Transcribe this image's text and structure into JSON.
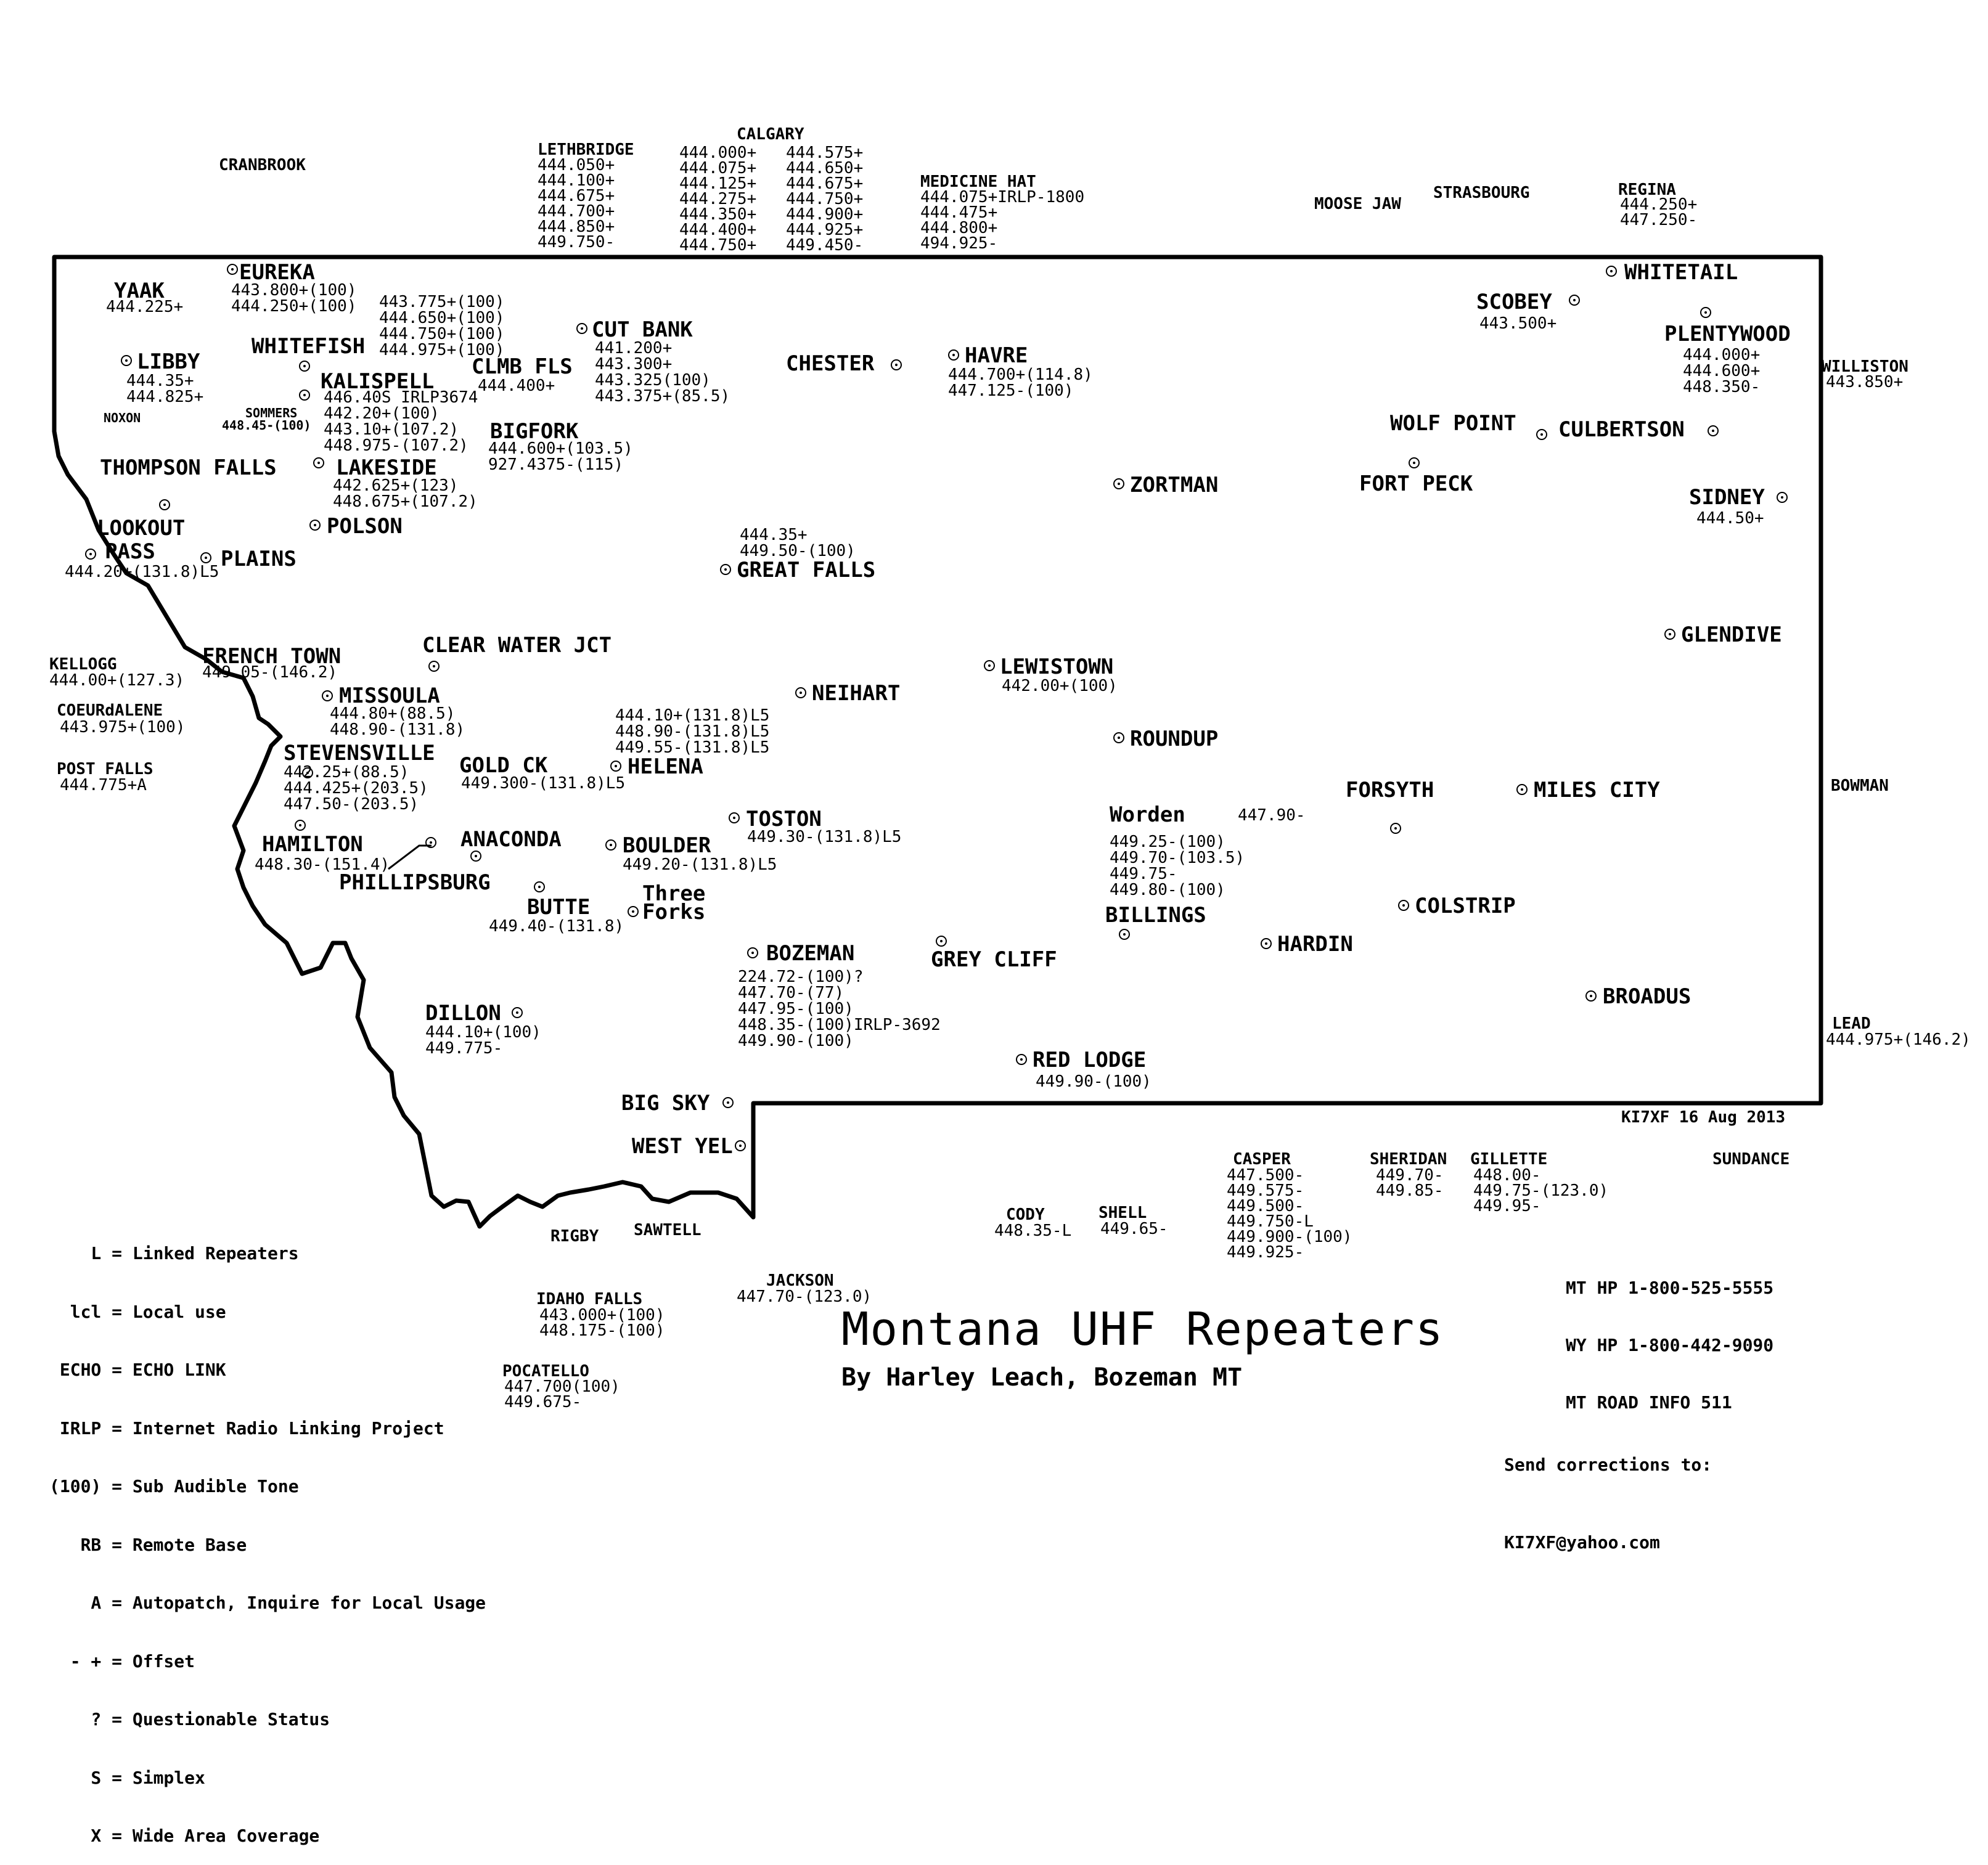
{
  "title": "Montana UHF Repeaters",
  "subtitle": "By Harley Leach, Bozeman MT",
  "credit": "KI7XF 16 Aug 2013",
  "corrections": [
    "Send corrections to:",
    "KI7XF@yahoo.com"
  ],
  "hotlines": [
    "MT HP 1-800-525-5555",
    "WY HP 1-800-442-9090",
    "MT ROAD INFO 511"
  ],
  "legend": [
    "    L = Linked Repeaters",
    "  lcl = Local use",
    " ECHO = ECHO LINK",
    " IRLP = Internet Radio Linking Project",
    "(100) = Sub Audible Tone",
    "   RB = Remote Base",
    "    A = Autopatch, Inquire for Local Usage",
    "  - + = Offset",
    "    ? = Questionable Status",
    "    S = Simplex",
    "    X = Wide Area Coverage"
  ],
  "outside_locations": [
    {
      "name": "CRANBROOK",
      "freqs": []
    },
    {
      "name": "LETHBRIDGE",
      "freqs": [
        "444.050+",
        "444.100+",
        "444.675+",
        "444.700+",
        "444.850+",
        "449.750-"
      ]
    },
    {
      "name": "CALGARY",
      "freqs": [
        "444.000+",
        "444.075+",
        "444.125+",
        "444.275+",
        "444.350+",
        "444.400+",
        "444.750+",
        "444.575+",
        "444.650+",
        "444.675+",
        "444.750+",
        "444.900+",
        "444.925+",
        "449.450-"
      ]
    },
    {
      "name": "MEDICINE HAT",
      "freqs": [
        "444.075+IRLP-1800",
        "444.475+",
        "444.800+",
        "494.925-"
      ]
    },
    {
      "name": "MOOSE JAW",
      "freqs": []
    },
    {
      "name": "STRASBOURG",
      "freqs": []
    },
    {
      "name": "REGINA",
      "freqs": [
        "444.250+",
        "447.250-"
      ]
    },
    {
      "name": "WILLISTON",
      "freqs": [
        "443.850+"
      ]
    },
    {
      "name": "BOWMAN",
      "freqs": []
    },
    {
      "name": "LEAD",
      "freqs": [
        "444.975+(146.2)"
      ]
    },
    {
      "name": "SUNDANCE",
      "freqs": []
    },
    {
      "name": "KELLOGG",
      "freqs": [
        "444.00+(127.3)"
      ]
    },
    {
      "name": "COEURdALENE",
      "freqs": [
        "443.975+(100)"
      ]
    },
    {
      "name": "POST FALLS",
      "freqs": [
        "444.775+A"
      ]
    },
    {
      "name": "NOXON",
      "freqs": []
    },
    {
      "name": "SOMMERS",
      "freqs": [
        "448.45-(100)"
      ]
    },
    {
      "name": "CASPER",
      "freqs": [
        "447.500-",
        "449.575-",
        "449.500-",
        "449.750-L",
        "449.900-(100)",
        "449.925-"
      ]
    },
    {
      "name": "SHERIDAN",
      "freqs": [
        "449.70-",
        "449.85-"
      ]
    },
    {
      "name": "GILLETTE",
      "freqs": [
        "448.00-",
        "449.75-(123.0)",
        "449.95-"
      ]
    },
    {
      "name": "CODY",
      "freqs": [
        "448.35-L"
      ]
    },
    {
      "name": "SHELL",
      "freqs": [
        "449.65-"
      ]
    },
    {
      "name": "JACKSON",
      "freqs": [
        "447.70-(123.0)"
      ]
    },
    {
      "name": "IDAHO FALLS",
      "freqs": [
        "443.000+(100)",
        "448.175-(100)"
      ]
    },
    {
      "name": "POCATELLO",
      "freqs": [
        "447.700(100)",
        "449.675-"
      ]
    },
    {
      "name": "RIGBY",
      "freqs": []
    },
    {
      "name": "SAWTELL",
      "freqs": []
    }
  ],
  "sites": [
    {
      "name": "EUREKA",
      "freqs": [
        "443.800+(100)",
        "444.250+(100)"
      ]
    },
    {
      "name": "YAAK",
      "freqs": [
        "444.225+"
      ]
    },
    {
      "name": "WHITEFISH",
      "freqs": [
        "443.775+(100)",
        "444.650+(100)",
        "444.750+(100)",
        "444.975+(100)"
      ]
    },
    {
      "name": "LIBBY",
      "freqs": [
        "444.35+",
        "444.825+"
      ]
    },
    {
      "name": "KALISPELL",
      "freqs": [
        "446.40S IRLP3674",
        "442.20+(100)",
        "443.10+(107.2)",
        "448.975-(107.2)"
      ]
    },
    {
      "name": "CUT BANK",
      "freqs": [
        "441.200+",
        "443.300+",
        "443.325(100)",
        "443.375+(85.5)"
      ]
    },
    {
      "name": "CLMB FLS",
      "freqs": [
        "444.400+"
      ]
    },
    {
      "name": "BIGFORK",
      "freqs": [
        "444.600+(103.5)",
        "927.4375-(115)"
      ]
    },
    {
      "name": "THOMPSON FALLS",
      "freqs": []
    },
    {
      "name": "LAKESIDE",
      "freqs": [
        "442.625+(123)",
        "448.675+(107.2)"
      ]
    },
    {
      "name": "LOOKOUT",
      "freqs": []
    },
    {
      "name": "PASS",
      "freqs": [
        "444.20+(131.8)L5"
      ]
    },
    {
      "name": "PLAINS",
      "freqs": []
    },
    {
      "name": "POLSON",
      "freqs": []
    },
    {
      "name": "CHESTER",
      "freqs": []
    },
    {
      "name": "HAVRE",
      "freqs": [
        "444.700+(114.8)",
        "447.125-(100)"
      ]
    },
    {
      "name": "GREAT FALLS",
      "freqs": [
        "444.35+",
        "449.50-(100)"
      ]
    },
    {
      "name": "SCOBEY",
      "freqs": [
        "443.500+"
      ]
    },
    {
      "name": "WHITETAIL",
      "freqs": []
    },
    {
      "name": "PLENTYWOOD",
      "freqs": [
        "444.000+",
        "444.600+",
        "448.350-"
      ]
    },
    {
      "name": "WOLF POINT",
      "freqs": []
    },
    {
      "name": "CULBERTSON",
      "freqs": []
    },
    {
      "name": "FORT PECK",
      "freqs": []
    },
    {
      "name": "ZORTMAN",
      "freqs": []
    },
    {
      "name": "SIDNEY",
      "freqs": [
        "444.50+"
      ]
    },
    {
      "name": "GLENDIVE",
      "freqs": []
    },
    {
      "name": "FRENCH TOWN",
      "freqs": [
        "449.05-(146.2)"
      ]
    },
    {
      "name": "CLEAR WATER JCT",
      "freqs": []
    },
    {
      "name": "MISSOULA",
      "freqs": [
        "444.80+(88.5)",
        "448.90-(131.8)"
      ]
    },
    {
      "name": "LEWISTOWN",
      "freqs": [
        "442.00+(100)"
      ]
    },
    {
      "name": "NEIHART",
      "freqs": []
    },
    {
      "name": "HELENA",
      "freqs": [
        "444.10+(131.8)L5",
        "448.90-(131.8)L5",
        "449.55-(131.8)L5"
      ]
    },
    {
      "name": "ROUNDUP",
      "freqs": []
    },
    {
      "name": "STEVENSVILLE",
      "freqs": [
        "442.25+(88.5)",
        "444.425+(203.5)",
        "447.50-(203.5)"
      ]
    },
    {
      "name": "GOLD CK",
      "freqs": [
        "449.300-(131.8)L5"
      ]
    },
    {
      "name": "TOSTON",
      "freqs": [
        "449.30-(131.8)L5"
      ]
    },
    {
      "name": "HAMILTON",
      "freqs": [
        "448.30-(151.4)"
      ]
    },
    {
      "name": "ANACONDA",
      "freqs": []
    },
    {
      "name": "PHILLIPSBURG",
      "freqs": []
    },
    {
      "name": "BOULDER",
      "freqs": [
        "449.20-(131.8)L5"
      ]
    },
    {
      "name": "BUTTE",
      "freqs": [
        "449.40-(131.8)"
      ]
    },
    {
      "name": "Three",
      "freqs": [
        "Forks"
      ]
    },
    {
      "name": "Worden",
      "freqs": [
        "447.90-"
      ]
    },
    {
      "name": "BILLINGS",
      "freqs": [
        "449.25-(100)",
        "449.70-(103.5)",
        "449.75-",
        "449.80-(100)"
      ]
    },
    {
      "name": "FORSYTH",
      "freqs": []
    },
    {
      "name": "MILES CITY",
      "freqs": []
    },
    {
      "name": "COLSTRIP",
      "freqs": []
    },
    {
      "name": "HARDIN",
      "freqs": []
    },
    {
      "name": "BOZEMAN",
      "freqs": [
        "224.72-(100)?",
        "447.70-(77)",
        "447.95-(100)",
        "448.35-(100)IRLP-3692",
        "449.90-(100)"
      ]
    },
    {
      "name": "GREY CLIFF",
      "freqs": []
    },
    {
      "name": "BROADUS",
      "freqs": []
    },
    {
      "name": "DILLON",
      "freqs": [
        "444.10+(100)",
        "449.775-"
      ]
    },
    {
      "name": "RED LODGE",
      "freqs": [
        "449.90-(100)"
      ]
    },
    {
      "name": "BIG SKY",
      "freqs": []
    },
    {
      "name": "WEST YEL",
      "freqs": []
    }
  ]
}
